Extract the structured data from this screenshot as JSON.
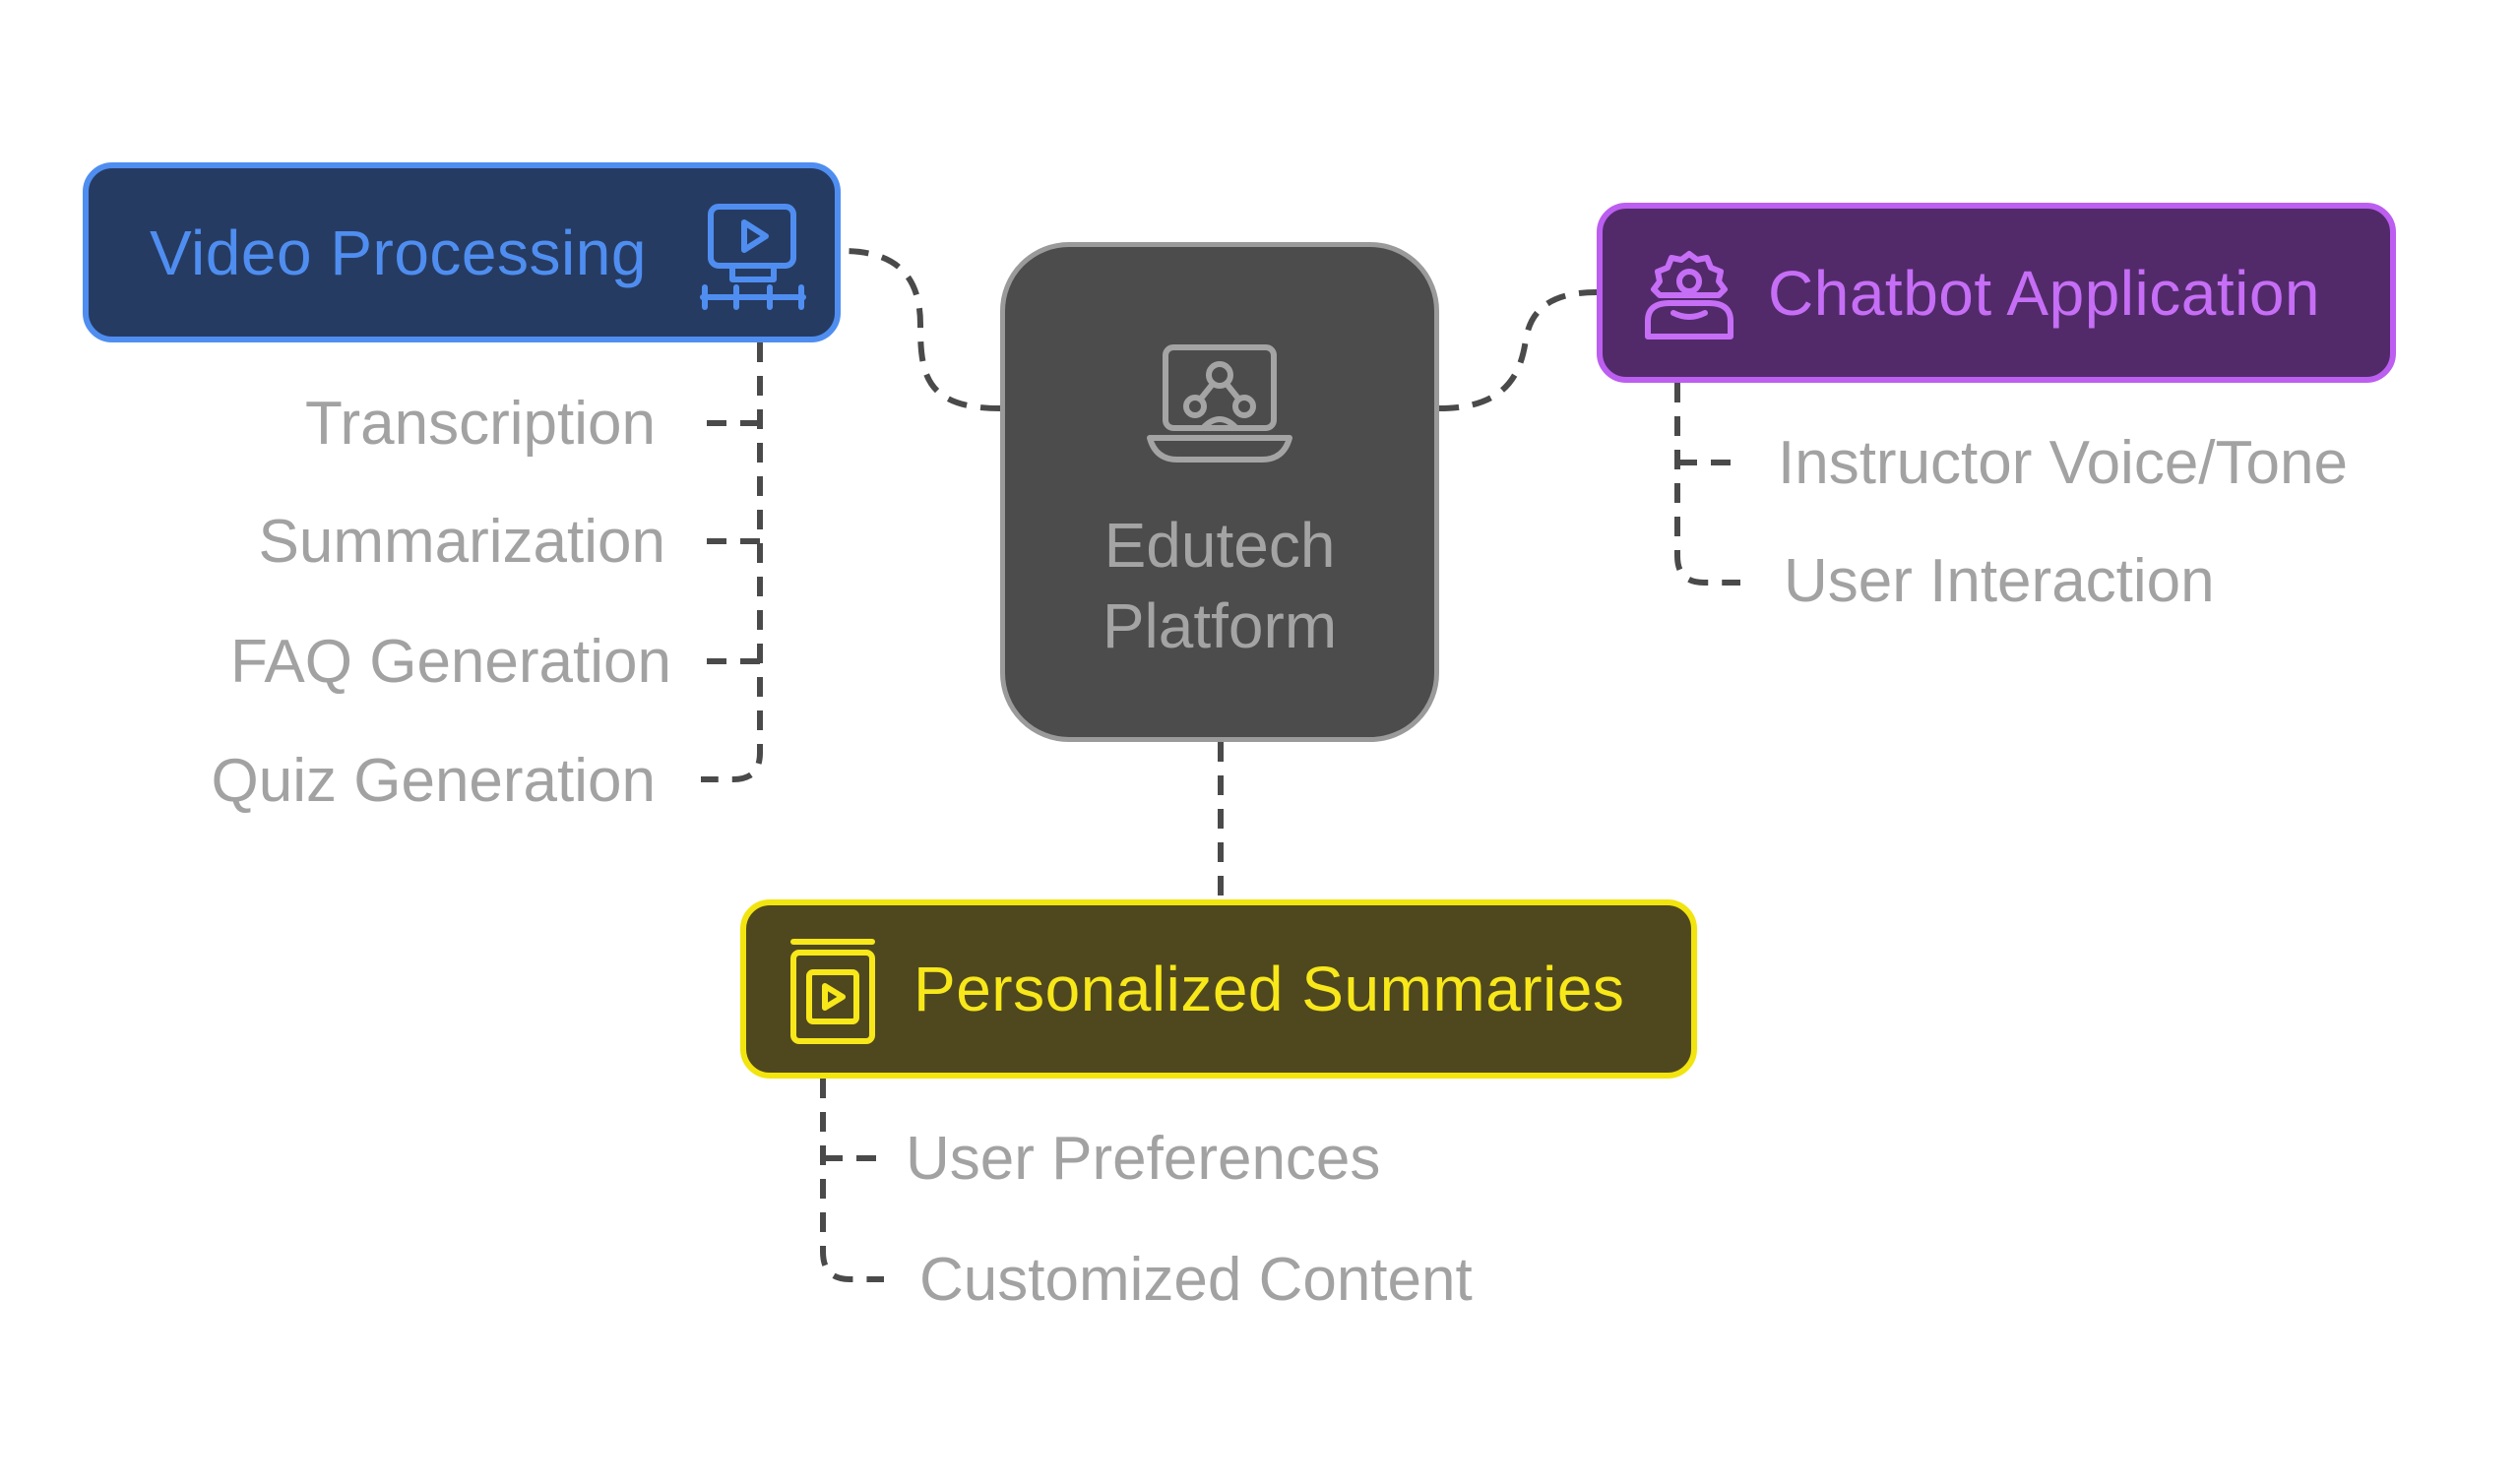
{
  "diagram": {
    "center": {
      "label": "Edutech Platform",
      "icon": "laptop-network-icon"
    },
    "branches": [
      {
        "id": "video",
        "label": "Video Processing",
        "icon": "video-timeline-icon",
        "border_color": "#4f8ef0",
        "fill_color": "#263b62",
        "text_color": "#4f8ef0",
        "children": [
          "Transcription",
          "Summarization",
          "FAQ Generation",
          "Quiz Generation"
        ]
      },
      {
        "id": "chatbot",
        "label": "Chatbot Application",
        "icon": "support-agent-icon",
        "border_color": "#bc5ef0",
        "fill_color": "#522a6a",
        "text_color": "#c66ef5",
        "children": [
          "Instructor Voice/Tone",
          "User Interaction"
        ]
      },
      {
        "id": "summaries",
        "label": "Personalized Summaries",
        "icon": "video-book-icon",
        "border_color": "#f2e40e",
        "fill_color": "#4f481f",
        "text_color": "#f8e81a",
        "children": [
          "User Preferences",
          "Customized Content"
        ]
      }
    ],
    "connector_color": "#4a4a4a",
    "leaf_text_color": "#a2a2a2"
  }
}
